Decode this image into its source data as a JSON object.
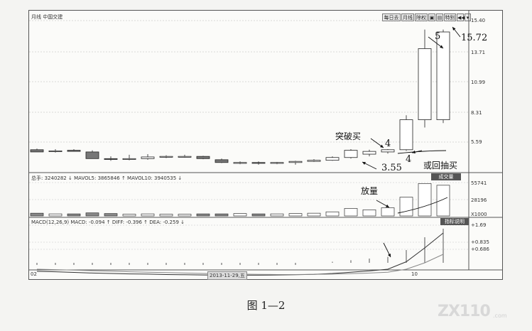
{
  "chart_data": {
    "type": "candlestick",
    "title": "月线 中国交建",
    "price_axis": {
      "ticks": [
        "15.40",
        "13.71",
        "10.99",
        "8.31",
        "5.59"
      ]
    },
    "volume_axis": {
      "ticks": [
        "55741",
        "28196",
        "X1000"
      ]
    },
    "macd_axis": {
      "ticks": [
        "+1.69",
        "+0.835",
        "+0.686"
      ]
    },
    "x_ticks": [
      "02",
      "2013-11-29,五",
      "10"
    ],
    "candles": [
      {
        "o": 4.9,
        "h": 5.0,
        "l": 4.7,
        "c": 4.7
      },
      {
        "o": 4.8,
        "h": 4.95,
        "l": 4.65,
        "c": 4.8
      },
      {
        "o": 4.85,
        "h": 4.95,
        "l": 4.75,
        "c": 4.75
      },
      {
        "o": 4.7,
        "h": 4.85,
        "l": 4.1,
        "c": 4.1
      },
      {
        "o": 4.1,
        "h": 4.3,
        "l": 3.9,
        "c": 4.05
      },
      {
        "o": 4.05,
        "h": 4.45,
        "l": 3.95,
        "c": 4.1
      },
      {
        "o": 4.1,
        "h": 4.5,
        "l": 4.0,
        "c": 4.25
      },
      {
        "o": 4.25,
        "h": 4.4,
        "l": 4.15,
        "c": 4.3
      },
      {
        "o": 4.3,
        "h": 4.45,
        "l": 4.2,
        "c": 4.3
      },
      {
        "o": 4.3,
        "h": 4.35,
        "l": 4.05,
        "c": 4.1
      },
      {
        "o": 4.0,
        "h": 4.1,
        "l": 3.7,
        "c": 3.75
      },
      {
        "o": 3.75,
        "h": 3.85,
        "l": 3.6,
        "c": 3.75
      },
      {
        "o": 3.75,
        "h": 3.85,
        "l": 3.55,
        "c": 3.7
      },
      {
        "o": 3.7,
        "h": 3.8,
        "l": 3.6,
        "c": 3.75
      },
      {
        "o": 3.75,
        "h": 3.9,
        "l": 3.55,
        "c": 3.85
      },
      {
        "o": 3.85,
        "h": 4.05,
        "l": 3.8,
        "c": 3.95
      },
      {
        "o": 3.95,
        "h": 4.3,
        "l": 3.9,
        "c": 4.2
      },
      {
        "o": 4.2,
        "h": 4.95,
        "l": 4.1,
        "c": 4.85
      },
      {
        "o": 4.5,
        "h": 4.9,
        "l": 4.3,
        "c": 4.75
      },
      {
        "o": 4.7,
        "h": 4.95,
        "l": 4.55,
        "c": 4.9
      },
      {
        "o": 4.9,
        "h": 8.0,
        "l": 4.8,
        "c": 7.6
      },
      {
        "o": 7.6,
        "h": 15.72,
        "l": 6.9,
        "c": 14.0
      },
      {
        "o": 7.6,
        "h": 15.72,
        "l": 7.3,
        "c": 15.5
      }
    ],
    "volume": [
      8,
      6,
      6,
      9,
      7,
      5,
      6,
      5,
      5,
      6,
      6,
      7,
      6,
      6,
      7,
      8,
      12,
      22,
      18,
      24,
      55,
      95,
      90
    ],
    "macd_line": [
      -0.4,
      -0.42,
      -0.45,
      -0.48,
      -0.5,
      -0.52,
      -0.53,
      -0.55,
      -0.56,
      -0.57,
      -0.58,
      -0.58,
      -0.58,
      -0.57,
      -0.56,
      -0.54,
      -0.5,
      -0.44,
      -0.38,
      -0.3,
      0.05,
      0.7,
      1.4
    ],
    "dea_line": [
      -0.3,
      -0.32,
      -0.34,
      -0.37,
      -0.39,
      -0.42,
      -0.44,
      -0.46,
      -0.48,
      -0.5,
      -0.52,
      -0.53,
      -0.54,
      -0.55,
      -0.55,
      -0.54,
      -0.53,
      -0.51,
      -0.48,
      -0.44,
      -0.3,
      0.0,
      0.4
    ],
    "macd_bars": [
      -0.1,
      -0.1,
      -0.1,
      -0.1,
      -0.1,
      -0.1,
      -0.1,
      -0.1,
      -0.1,
      -0.1,
      -0.1,
      -0.1,
      -0.1,
      -0.1,
      -0.1,
      0,
      0.05,
      0.12,
      0.2,
      0.28,
      0.6,
      1.2,
      1.6
    ],
    "volume_header": "总手: 3240282 ↓  MAVOL5: 3865846 ↑  MAVOL10: 3940535 ↓",
    "macd_header": "MACD(12,26,9)  MACD: -0.094 ↑  DIFF: -0.396 ↑  DEA: -0.259 ↓",
    "annotations": {
      "a5": "5",
      "a15": "15.72",
      "a4a": "4",
      "a4b": "4",
      "a355": "3.55",
      "tupo": "突破买",
      "huichou": "或回抽买",
      "fangliang": "放量"
    },
    "tags": {
      "volume": "成交量",
      "macd": "指标说明"
    }
  },
  "toolbar": [
    "每日去",
    "月线",
    "除权",
    "▣",
    "▤",
    "特别",
    "◀◀",
    "▾"
  ],
  "caption": "图 1—2",
  "watermark": "ZX110",
  "watermark_small": ".com"
}
